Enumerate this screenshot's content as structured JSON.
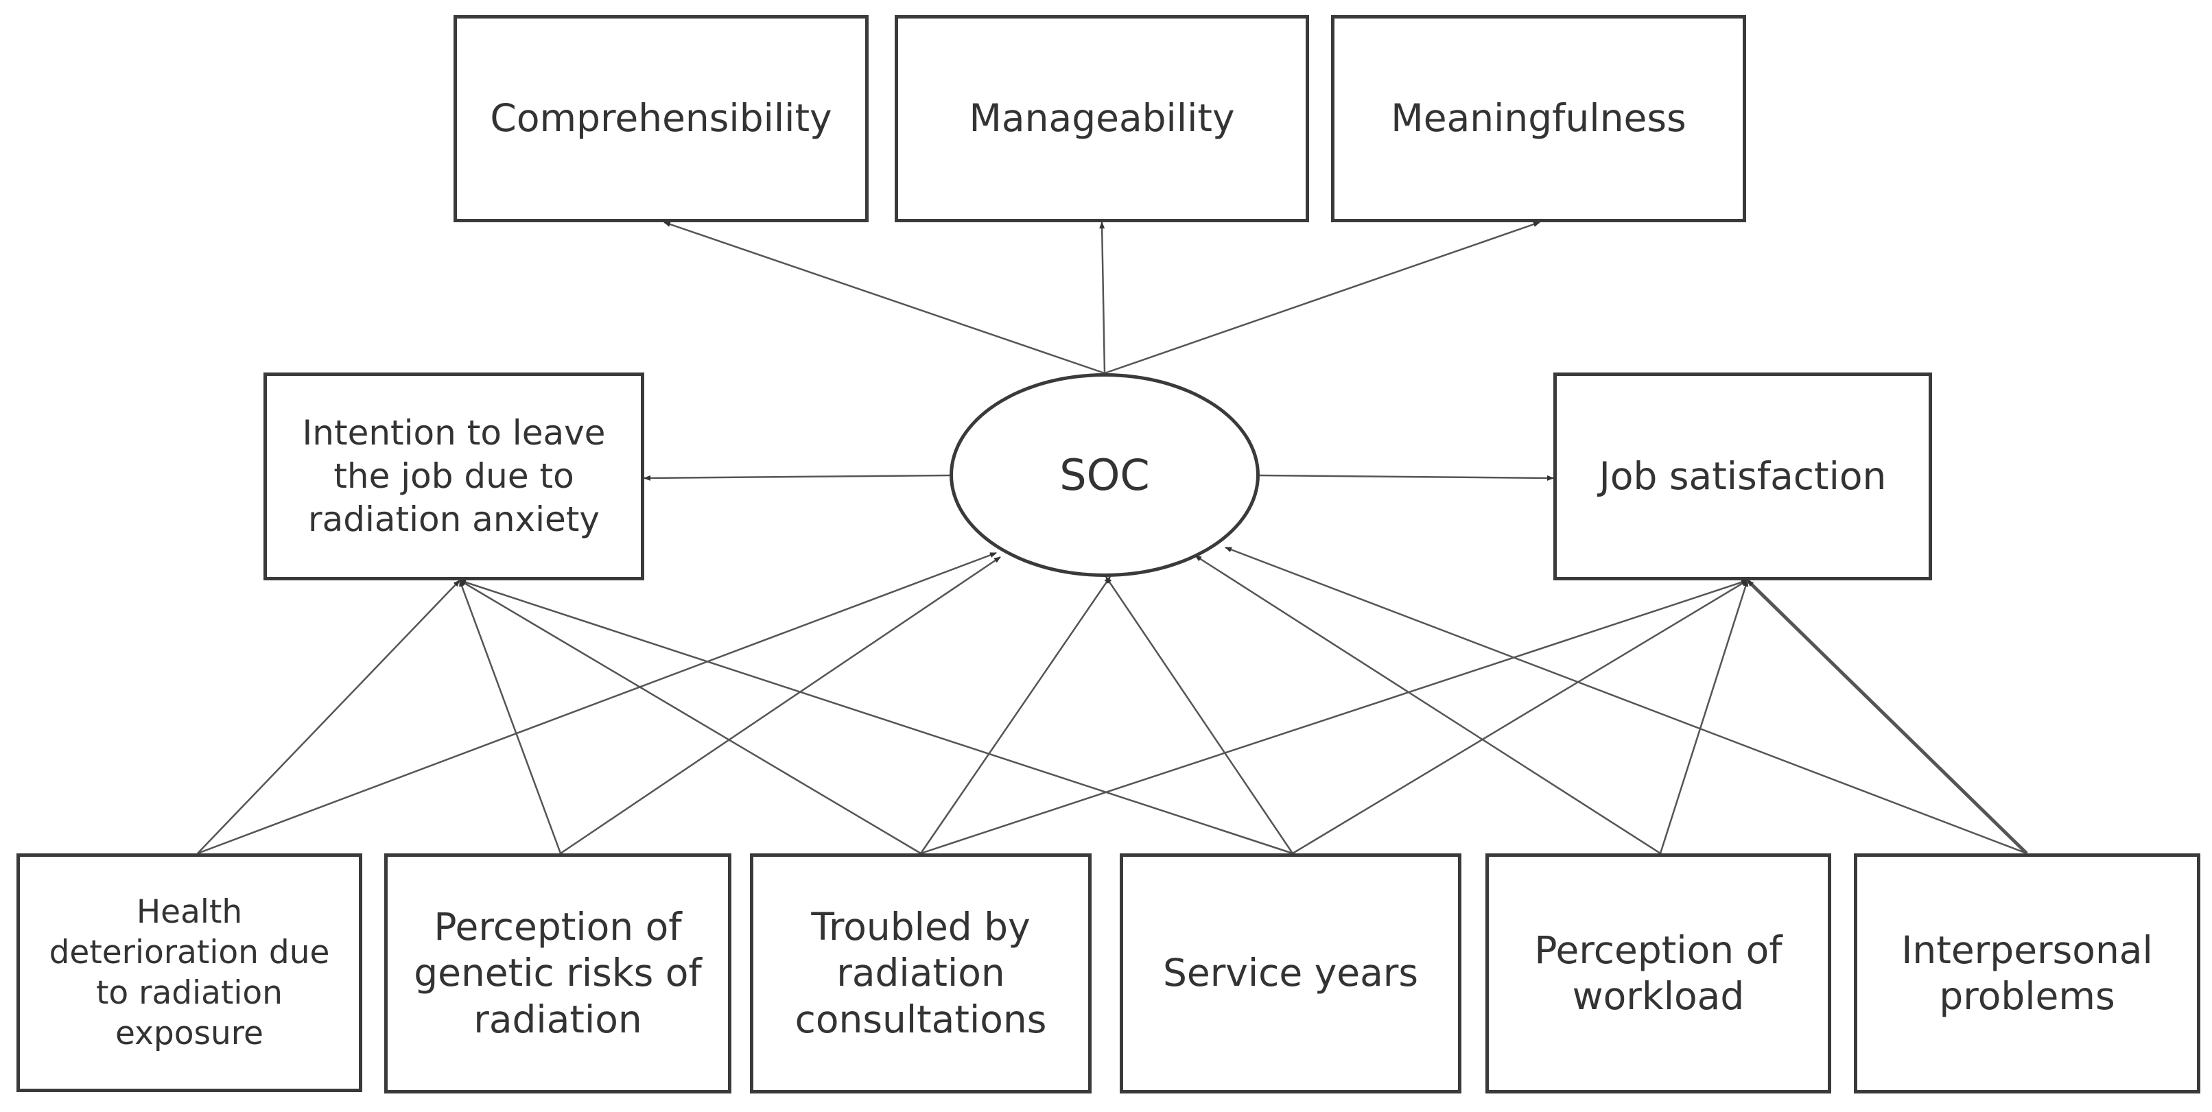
{
  "diagram": {
    "nodes": {
      "comprehensibility": "Comprehensibility",
      "manageability": "Manageability",
      "meaningfulness": "Meaningfulness",
      "intention": "Intention to leave\nthe job due to\nradiation anxiety",
      "soc": "SOC",
      "job_satisfaction": "Job satisfaction",
      "health": "Health\ndeterioration due\nto radiation\nexposure",
      "genetic": "Perception of\ngenetic risks of\nradiation",
      "troubled": "Troubled by\nradiation\nconsultations",
      "service": "Service years",
      "workload": "Perception of\nworkload",
      "interpersonal": "Interpersonal\nproblems"
    },
    "edges": [
      {
        "from": "soc",
        "to": "comprehensibility"
      },
      {
        "from": "soc",
        "to": "manageability"
      },
      {
        "from": "soc",
        "to": "meaningfulness"
      },
      {
        "from": "soc",
        "to": "intention"
      },
      {
        "from": "soc",
        "to": "job_satisfaction"
      },
      {
        "from": "health",
        "to": "intention"
      },
      {
        "from": "health",
        "to": "soc"
      },
      {
        "from": "genetic",
        "to": "intention"
      },
      {
        "from": "genetic",
        "to": "soc"
      },
      {
        "from": "troubled",
        "to": "intention"
      },
      {
        "from": "troubled",
        "to": "soc"
      },
      {
        "from": "troubled",
        "to": "job_satisfaction"
      },
      {
        "from": "service",
        "to": "intention"
      },
      {
        "from": "service",
        "to": "soc"
      },
      {
        "from": "service",
        "to": "job_satisfaction"
      },
      {
        "from": "workload",
        "to": "soc"
      },
      {
        "from": "workload",
        "to": "job_satisfaction"
      },
      {
        "from": "interpersonal",
        "to": "soc"
      },
      {
        "from": "interpersonal",
        "to": "job_satisfaction"
      }
    ]
  }
}
